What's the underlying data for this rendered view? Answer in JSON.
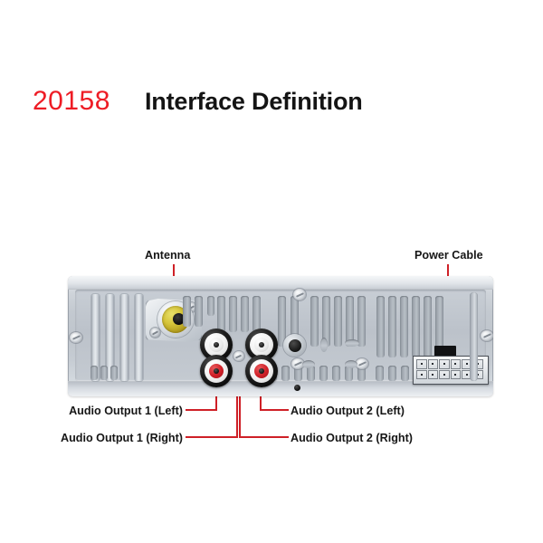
{
  "header": {
    "model_code": "20158",
    "title": "Interface Definition"
  },
  "colors": {
    "code_red": "#ee1c25",
    "leader_line": "#cf2027",
    "title_black": "#141414",
    "background": "#ffffff",
    "chassis_silver": "#c3c9d0",
    "rca_white": "#ffffff",
    "rca_red": "#cf1f27",
    "antenna_gold": "#d6c53a",
    "power_connector_white": "#e7eaed"
  },
  "callouts": [
    {
      "id": "antenna",
      "label": "Antenna",
      "icon": "antenna-jack-icon"
    },
    {
      "id": "power-cable",
      "label": "Power Cable",
      "icon": "power-connector-icon"
    },
    {
      "id": "audio-out-1-left",
      "label": "Audio Output 1 (Left)",
      "icon": "rca-jack-white-icon"
    },
    {
      "id": "audio-out-1-right",
      "label": "Audio Output 1 (Right)",
      "icon": "rca-jack-red-icon"
    },
    {
      "id": "audio-out-2-left",
      "label": "Audio Output 2 (Left)",
      "icon": "rca-jack-white-icon"
    },
    {
      "id": "audio-out-2-right",
      "label": "Audio Output 2 (Right)",
      "icon": "rca-jack-red-icon"
    }
  ],
  "device": {
    "name": "car-stereo-rear-panel",
    "connectors": {
      "antenna_jack": "antenna-jack",
      "rca_top_left": "rca-white-left-1",
      "rca_top_right": "rca-white-left-2",
      "rca_bottom_left": "rca-red-right-1",
      "rca_bottom_right": "rca-red-right-2",
      "power_connector": "iso-power-connector",
      "power_pin_count": 12
    }
  }
}
